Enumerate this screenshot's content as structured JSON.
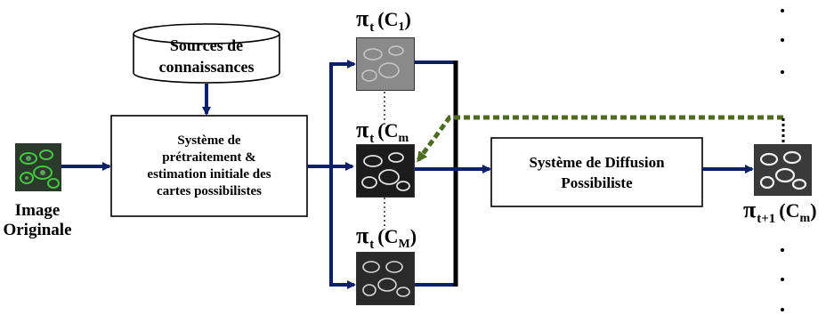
{
  "input": {
    "caption": "Image\nOriginale"
  },
  "sources": {
    "label": "Sources de\nconnaissances"
  },
  "preprocessing": {
    "label": "Système de\nprétraitement &\nestimation initiale des\ncartes possibilistes"
  },
  "maps": [
    {
      "pi": "π",
      "time": "t",
      "arg": "C",
      "arg_index": "1"
    },
    {
      "pi": "π",
      "time": "t",
      "arg": "C",
      "arg_index": "m"
    },
    {
      "pi": "π",
      "time": "t",
      "arg": "C",
      "arg_index": "M"
    }
  ],
  "diffusion": {
    "label": "Système de Diffusion\nPossibiliste"
  },
  "output": {
    "pi": "π",
    "time": "t+1",
    "arg": "C",
    "arg_index": "m"
  },
  "colors": {
    "arrow": "#0d1f66",
    "feedback": "#4f6b22",
    "input_cells": "#43c840"
  }
}
